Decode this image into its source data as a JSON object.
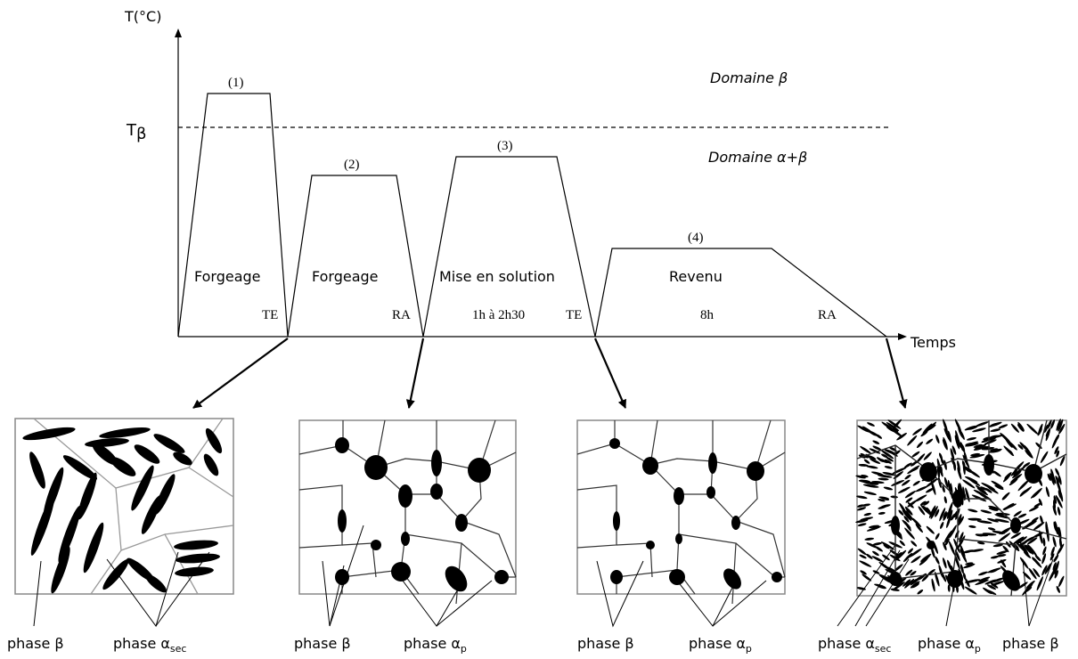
{
  "axes": {
    "y_label": "T(°C)",
    "x_label": "Temps",
    "t_beta_main": "T",
    "t_beta_sub": "β"
  },
  "domains": {
    "beta": "Domaine β",
    "alpha_beta": "Domaine α+β"
  },
  "steps": [
    {
      "number": "(1)",
      "label": "Forgeage",
      "cooling": "TE",
      "duration": ""
    },
    {
      "number": "(2)",
      "label": "Forgeage",
      "cooling": "RA",
      "duration": ""
    },
    {
      "number": "(3)",
      "label": "Mise en solution",
      "cooling": "TE",
      "duration": "1h à 2h30"
    },
    {
      "number": "(4)",
      "label": "Revenu",
      "cooling": "RA",
      "duration": "8h"
    }
  ],
  "phases": {
    "beta": "phase β",
    "alpha_prefix": "phase α",
    "sec_sub": "sec",
    "p_sub": "p"
  },
  "colors": {
    "line": "#000000",
    "background": "#ffffff"
  }
}
